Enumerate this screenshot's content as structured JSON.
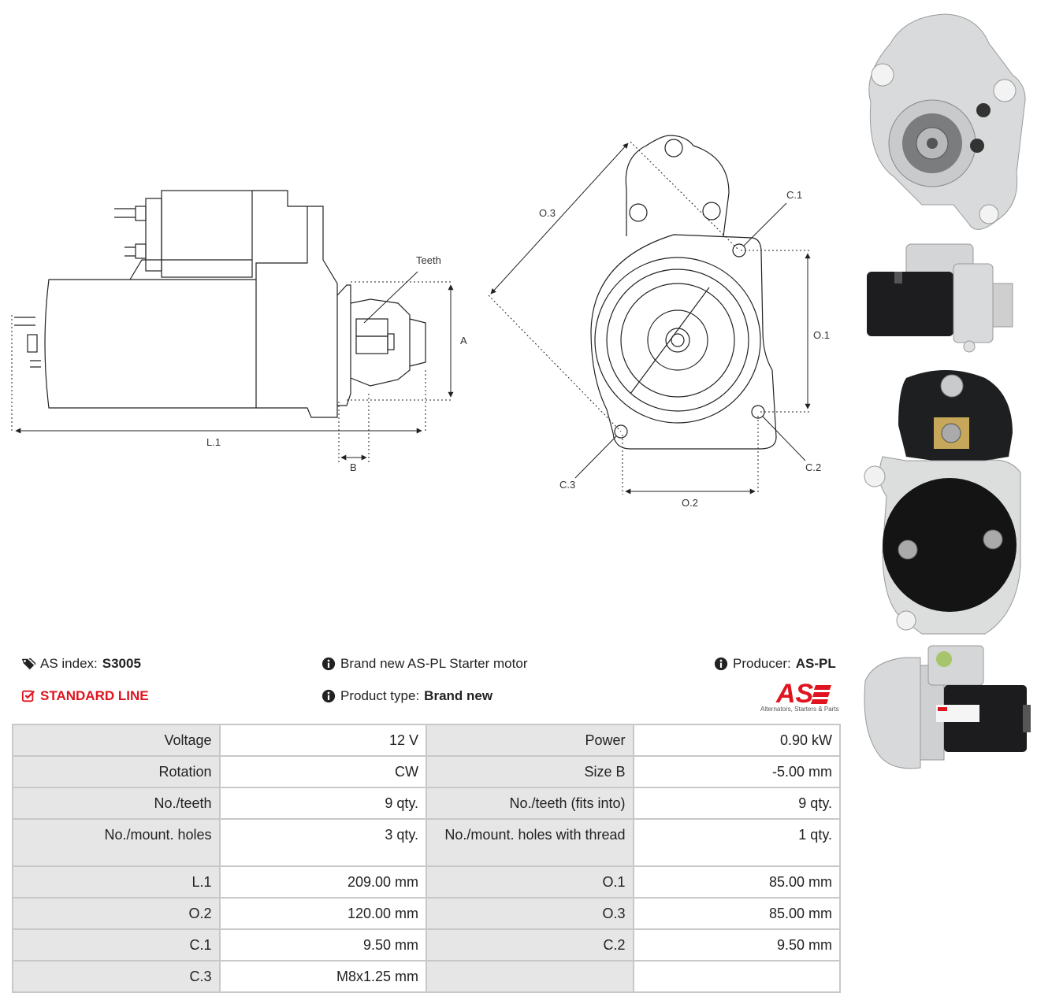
{
  "drawing": {
    "labels": {
      "teeth": "Teeth",
      "a": "A",
      "l1": "L.1",
      "b": "B",
      "o1": "O.1",
      "o2": "O.2",
      "o3": "O.3",
      "c1": "C.1",
      "c2": "C.2",
      "c3": "C.3"
    }
  },
  "info": {
    "as_index_label": "AS index:",
    "as_index_value": "S3005",
    "line": "STANDARD LINE",
    "description": "Brand new AS-PL Starter motor",
    "product_type_label": "Product type:",
    "product_type_value": "Brand new",
    "producer_label": "Producer:",
    "producer_value": "AS-PL"
  },
  "logo": {
    "text": "AS",
    "tagline": "Alternators, Starters & Parts"
  },
  "specs": [
    {
      "k1": "Voltage",
      "v1": "12 V",
      "k2": "Power",
      "v2": "0.90 kW"
    },
    {
      "k1": "Rotation",
      "v1": "CW",
      "k2": "Size B",
      "v2": "-5.00 mm"
    },
    {
      "k1": "No./teeth",
      "v1": "9 qty.",
      "k2": "No./teeth (fits into)",
      "v2": "9 qty."
    },
    {
      "k1": "No./mount. holes",
      "v1": "3 qty.",
      "k2": "No./mount. holes with thread",
      "v2": "1 qty."
    },
    {
      "k1": "L.1",
      "v1": "209.00 mm",
      "k2": "O.1",
      "v2": "85.00 mm"
    },
    {
      "k1": "O.2",
      "v1": "120.00 mm",
      "k2": "O.3",
      "v2": "85.00 mm"
    },
    {
      "k1": "C.1",
      "v1": "9.50 mm",
      "k2": "C.2",
      "v2": "9.50 mm"
    },
    {
      "k1": "C.3",
      "v1": "M8x1.25 mm",
      "k2": "",
      "v2": ""
    }
  ],
  "colors": {
    "accent_red": "#e0141e",
    "table_border": "#c8c8c8",
    "key_cell_bg": "#e6e6e6"
  },
  "icons": [
    "tags-icon",
    "info-circle-icon",
    "check-square-icon"
  ]
}
